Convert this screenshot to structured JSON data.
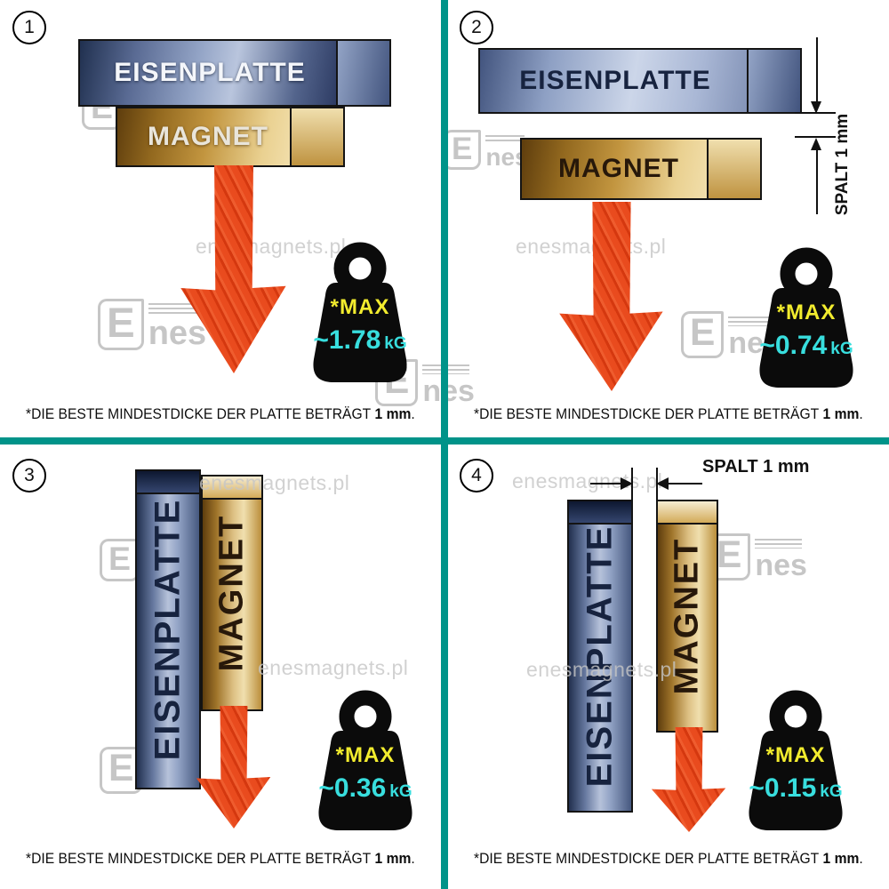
{
  "watermark": {
    "logo_e": "E",
    "logo_nes": "nes",
    "site": "enesmagnets.pl"
  },
  "caption": {
    "prefix": "*DIE BESTE MINDESTDICKE DER PLATTE BETRÄGT",
    "bold": "1 mm",
    "suffix": "."
  },
  "colors": {
    "divider_teal": "#009389",
    "arrow_red": "#e84b1e",
    "max_yellow": "#f2ec2e",
    "value_cyan": "#38dede",
    "steel_blue": "#93a4c6",
    "magnet_gold": "#d9b368",
    "watermark_gray": "#bdbdbd"
  },
  "panels": [
    {
      "number": "1",
      "plate_label": "EISENPLATTE",
      "magnet_label": "MAGNET",
      "max_label": "*MAX",
      "max_value": "~1.78",
      "unit": "kG",
      "layout": "horizontal-contact"
    },
    {
      "number": "2",
      "plate_label": "EISENPLATTE",
      "magnet_label": "MAGNET",
      "gap_label": "SPALT 1 mm",
      "max_label": "*MAX",
      "max_value": "~0.74",
      "unit": "kG",
      "layout": "horizontal-gap"
    },
    {
      "number": "3",
      "plate_label": "EISENPLATTE",
      "magnet_label": "MAGNET",
      "max_label": "*MAX",
      "max_value": "~0.36",
      "unit": "kG",
      "layout": "vertical-contact"
    },
    {
      "number": "4",
      "plate_label": "EISENPLATTE",
      "magnet_label": "MAGNET",
      "gap_label": "SPALT 1 mm",
      "max_label": "*MAX",
      "max_value": "~0.15",
      "unit": "kG",
      "layout": "vertical-gap"
    }
  ]
}
